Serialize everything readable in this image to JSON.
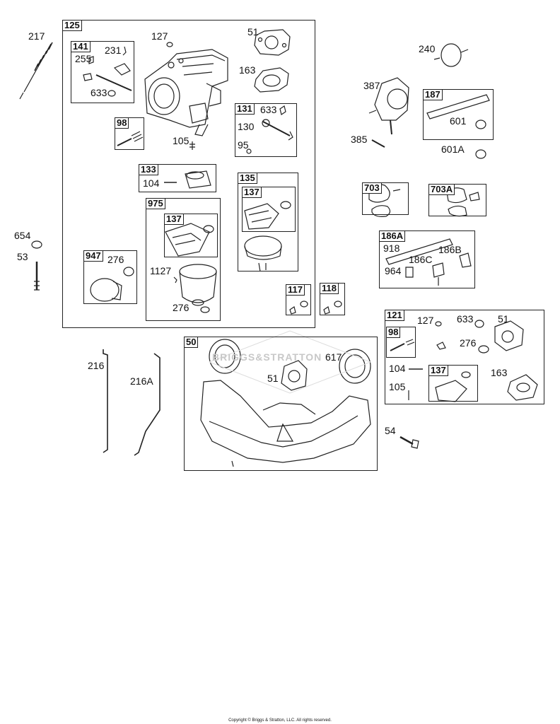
{
  "labels": {
    "l217": "217",
    "l125": "125",
    "l127a": "127",
    "l51a": "51",
    "l141": "141",
    "l231": "231",
    "l255": "255",
    "l633a": "633",
    "l163a": "163",
    "l98a": "98",
    "l105a": "105",
    "l131": "131",
    "l633b": "633",
    "l130": "130",
    "l95": "95",
    "l133": "133",
    "l104a": "104",
    "l975": "975",
    "l137a": "137",
    "l135": "135",
    "l137b": "137",
    "l654": "654",
    "l53": "53",
    "l947": "947",
    "l276a": "276",
    "l1127": "1127",
    "l276b": "276",
    "l117": "117",
    "l118": "118",
    "l240": "240",
    "l387": "387",
    "l187": "187",
    "l601": "601",
    "l385": "385",
    "l601A": "601A",
    "l703": "703",
    "l703A": "703A",
    "l186A": "186A",
    "l918": "918",
    "l186B": "186B",
    "l186C": "186C",
    "l964": "964",
    "l121": "121",
    "l127b": "127",
    "l633c": "633",
    "l51b": "51",
    "l98b": "98",
    "l276c": "276",
    "l104b": "104",
    "l137c": "137",
    "l163b": "163",
    "l105b": "105",
    "l54": "54",
    "l50": "50",
    "l617": "617",
    "l51c": "51",
    "l216": "216",
    "l216A": "216A"
  },
  "watermark": "BRIGGS&STRATTON",
  "copyright": "Copyright © Briggs & Stratton, LLC. All rights reserved."
}
